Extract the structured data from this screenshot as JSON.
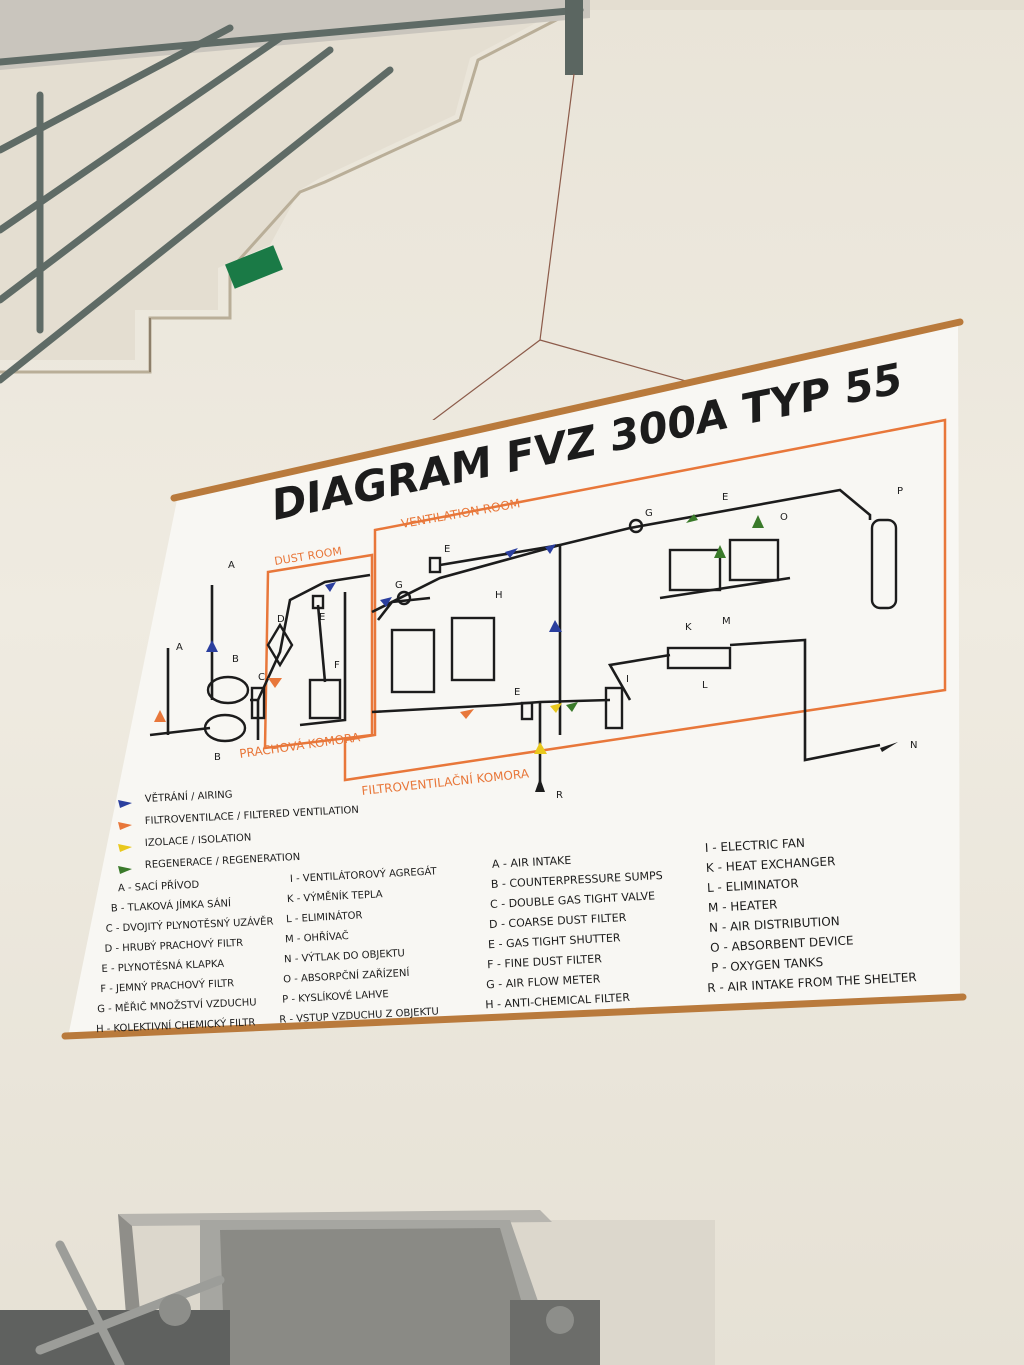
{
  "poster": {
    "title": "DIAGRAM FVZ 300A TYP 55",
    "rooms": {
      "ventilation_room": "VENTILATION ROOM",
      "dust_room": "DUST ROOM",
      "prachova_komora": "PRACHOVÁ KOMORA",
      "filtroventilacni_komora": "FILTROVENTILAČNÍ KOMORA"
    },
    "node_labels": {
      "A1": "A",
      "A2": "A",
      "B1": "B",
      "B2": "B",
      "C": "C",
      "D": "D",
      "E1": "E",
      "E2": "E",
      "E3": "E",
      "E4": "E",
      "F": "F",
      "G1": "G",
      "G2": "G",
      "H": "H",
      "I": "I",
      "K": "K",
      "M": "M",
      "L": "L",
      "N": "N",
      "O": "O",
      "P": "P",
      "R": "R"
    },
    "legend": [
      {
        "label": "VĚTRÁNÍ / AIRING",
        "color": "#2b3f9e"
      },
      {
        "label": "FILTROVENTILACE / FILTERED VENTILATION",
        "color": "#e8773a"
      },
      {
        "label": "IZOLACE / ISOLATION",
        "color": "#e9c81c"
      },
      {
        "label": "REGENERACE / REGENERATION",
        "color": "#3a7a2a"
      }
    ],
    "key_czech_col1": [
      "A - SACÍ PŘÍVOD",
      "B - TLAKOVÁ JÍMKA SÁNÍ",
      "C - DVOJITÝ PLYNOTĚSNÝ UZÁVĚR",
      "D - HRUBÝ PRACHOVÝ FILTR",
      "E - PLYNOTĚSNÁ KLAPKA",
      "F - JEMNÝ PRACHOVÝ FILTR",
      "G - MĚŘIČ MNOŽSTVÍ VZDUCHU",
      "H - KOLEKTIVNÍ CHEMICKÝ FILTR"
    ],
    "key_czech_col2": [
      "I - VENTILÁTOROVÝ AGREGÁT",
      "K - VÝMĚNÍK TEPLA",
      "L - ELIMINÁTOR",
      "M - OHŘÍVAČ",
      "N - VÝTLAK DO OBJEKTU",
      "O - ABSORPČNÍ ZAŘÍZENÍ",
      "P - KYSLÍKOVÉ LAHVE",
      "R - VSTUP VZDUCHU Z OBJEKTU"
    ],
    "key_english_col1": [
      "A - AIR INTAKE",
      "B - COUNTERPRESSURE SUMPS",
      "C - DOUBLE GAS TIGHT VALVE",
      "D - COARSE DUST FILTER",
      "E - GAS TIGHT SHUTTER",
      "F - FINE DUST FILTER",
      "G - AIR FLOW METER",
      "H - ANTI-CHEMICAL FILTER"
    ],
    "key_english_col2": [
      "I - ELECTRIC FAN",
      "K - HEAT EXCHANGER",
      "L - ELIMINATOR",
      "M - HEATER",
      "N - AIR DISTRIBUTION",
      "O - ABSORBENT DEVICE",
      "P - OXYGEN TANKS",
      "R - AIR INTAKE FROM THE SHELTER"
    ]
  }
}
